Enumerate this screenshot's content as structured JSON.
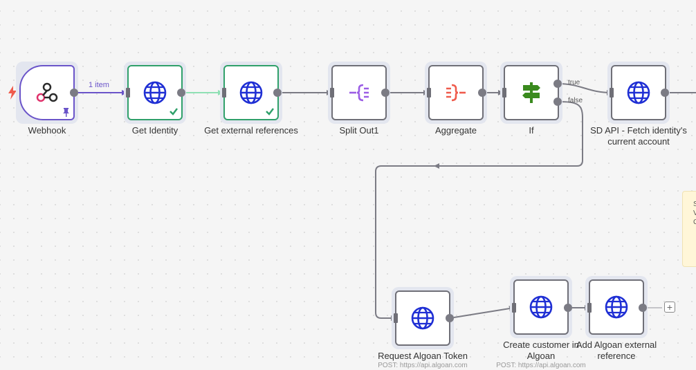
{
  "canvas": {
    "nodes": [
      {
        "id": "webhook",
        "label": "Webhook",
        "icon": "webhook-icon",
        "status": "pinned"
      },
      {
        "id": "get-identity",
        "label": "Get Identity",
        "icon": "globe-icon",
        "status": "success"
      },
      {
        "id": "get-external-references",
        "label": "Get external references",
        "icon": "globe-icon",
        "status": "success"
      },
      {
        "id": "split-out1",
        "label": "Split Out1",
        "icon": "split-out-icon",
        "status": ""
      },
      {
        "id": "aggregate",
        "label": "Aggregate",
        "icon": "aggregate-icon",
        "status": ""
      },
      {
        "id": "if",
        "label": "If",
        "icon": "signpost-icon",
        "status": ""
      },
      {
        "id": "sd-api-fetch",
        "label": "SD API - Fetch identity's current account",
        "icon": "globe-icon",
        "status": ""
      },
      {
        "id": "request-algoan-token",
        "label": "Request Algoan Token",
        "subtitle": "POST: https://api.algoan.com",
        "icon": "globe-icon",
        "status": ""
      },
      {
        "id": "create-customer",
        "label": "Create customer in Algoan",
        "subtitle": "POST: https://api.algoan.com",
        "icon": "globe-icon",
        "status": ""
      },
      {
        "id": "add-algoan-ref",
        "label": "Add Algoan external reference",
        "icon": "globe-icon",
        "status": ""
      }
    ],
    "edge_labels": {
      "items": "1 item",
      "if_true": "true",
      "if_false": "false"
    },
    "sticky_note": {
      "lines": [
        "S",
        "V",
        "C"
      ]
    },
    "add_node_symbol": "+"
  },
  "colors": {
    "success": "#2fa06a",
    "trigger": "#6a54c9",
    "globe": "#1f2fd4",
    "split": "#9b5de5",
    "aggregate": "#ef5b4c",
    "if": "#3a8a1e"
  }
}
